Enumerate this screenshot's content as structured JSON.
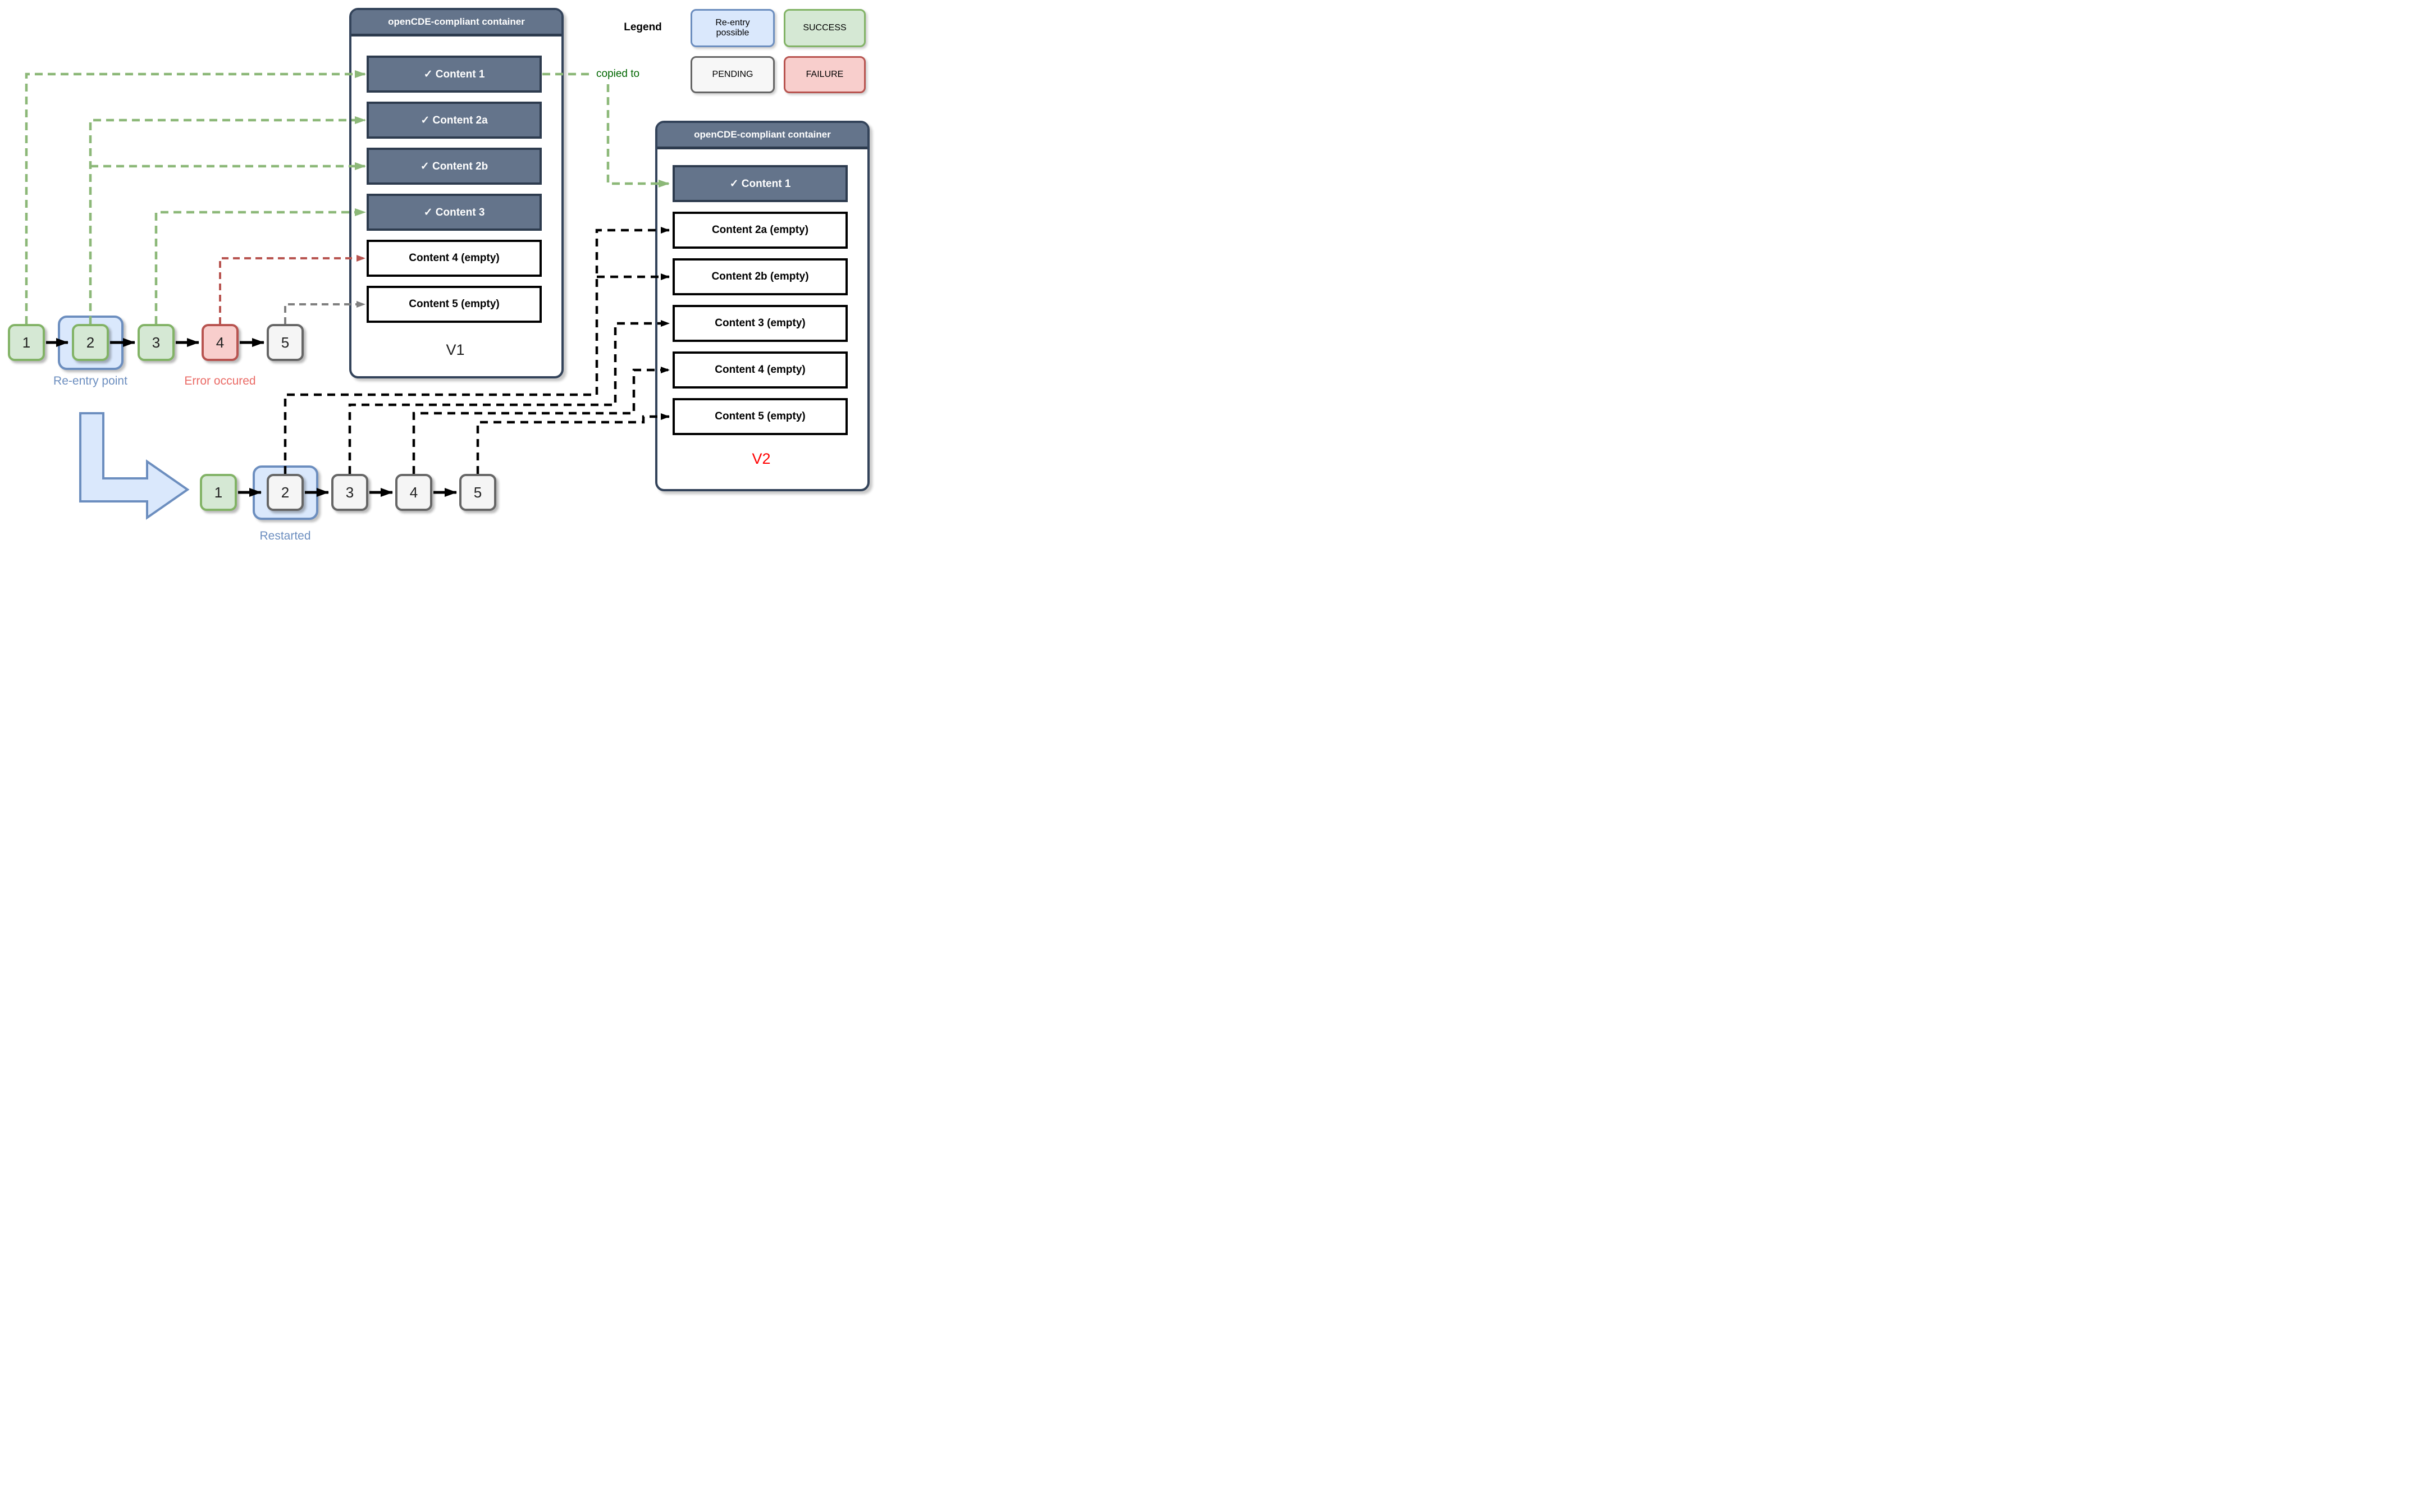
{
  "legend": {
    "title": "Legend",
    "items": [
      {
        "label": "Re-entry possible",
        "type": "re-entry-possible"
      },
      {
        "label": "SUCCESS",
        "type": "success"
      },
      {
        "label": "PENDING",
        "type": "pending"
      },
      {
        "label": "FAILURE",
        "type": "failure"
      }
    ]
  },
  "v1": {
    "title": "openCDE-compliant container",
    "version_label": "V1",
    "contents": [
      {
        "label": "✓ Content 1",
        "status": "success"
      },
      {
        "label": "✓ Content 2a",
        "status": "success"
      },
      {
        "label": "✓ Content 2b",
        "status": "success"
      },
      {
        "label": "✓ Content 3",
        "status": "success"
      },
      {
        "label": "Content 4 (empty)",
        "status": "pending"
      },
      {
        "label": "Content 5 (empty)",
        "status": "pending"
      }
    ]
  },
  "v2": {
    "title": "openCDE-compliant container",
    "version_label": "V2",
    "contents": [
      {
        "label": "✓ Content 1",
        "status": "success"
      },
      {
        "label": "Content 2a (empty)",
        "status": "pending"
      },
      {
        "label": "Content 2b (empty)",
        "status": "pending"
      },
      {
        "label": "Content 3 (empty)",
        "status": "pending"
      },
      {
        "label": "Content 4 (empty)",
        "status": "pending"
      },
      {
        "label": "Content 5 (empty)",
        "status": "pending"
      }
    ]
  },
  "workflow_v1": {
    "steps": [
      {
        "label": "1",
        "status": "success"
      },
      {
        "label": "2",
        "status": "success",
        "annotation": "re-entry point"
      },
      {
        "label": "3",
        "status": "success"
      },
      {
        "label": "4",
        "status": "failure"
      },
      {
        "label": "5",
        "status": "pending"
      }
    ],
    "reentry_label": "Re-entry point",
    "error_label": "Error occured"
  },
  "workflow_v2": {
    "steps": [
      {
        "label": "1",
        "status": "success"
      },
      {
        "label": "2",
        "status": "pending",
        "annotation": "restarted"
      },
      {
        "label": "3",
        "status": "pending"
      },
      {
        "label": "4",
        "status": "pending"
      },
      {
        "label": "5",
        "status": "pending"
      }
    ],
    "restarted_label": "Restarted"
  },
  "annotations": {
    "copied_to": "copied to"
  },
  "connections": [
    {
      "from": "v1-step-1",
      "to": "v1-content-1",
      "style": "green-dashed"
    },
    {
      "from": "v1-step-2",
      "to": "v1-content-2a",
      "style": "green-dashed"
    },
    {
      "from": "v1-step-2",
      "to": "v1-content-2b",
      "style": "green-dashed"
    },
    {
      "from": "v1-step-3",
      "to": "v1-content-3",
      "style": "green-dashed"
    },
    {
      "from": "v1-step-4",
      "to": "v1-content-4",
      "style": "red-dashed"
    },
    {
      "from": "v1-step-5",
      "to": "v1-content-5",
      "style": "gray-dashed"
    },
    {
      "from": "v1-content-1",
      "to": "v2-content-1",
      "style": "green-dashed",
      "label": "copied to"
    },
    {
      "from": "v2-step-2",
      "to": "v2-content-2a",
      "style": "black-dashed"
    },
    {
      "from": "v2-step-2",
      "to": "v2-content-2b",
      "style": "black-dashed"
    },
    {
      "from": "v2-step-3",
      "to": "v2-content-3",
      "style": "black-dashed"
    },
    {
      "from": "v2-step-4",
      "to": "v2-content-4",
      "style": "black-dashed"
    },
    {
      "from": "v2-step-5",
      "to": "v2-content-5",
      "style": "black-dashed"
    },
    {
      "from": "v1-reentry-point",
      "to": "v2-workflow",
      "style": "big-blue-arrow"
    }
  ],
  "colors": {
    "success_fill": "#d5e8d4",
    "success_border": "#82b366",
    "failure_fill": "#f8cecc",
    "failure_border": "#b85450",
    "pending_fill": "#f5f5f5",
    "pending_border": "#666666",
    "reentry_fill": "#dae8fc",
    "reentry_border": "#6c8ebf",
    "container_fill": "#64748b",
    "container_border": "#2d3b4e",
    "green_line": "#8cb878",
    "copied_to_text": "#006600",
    "v1_label_text": "#1f1f1f",
    "v2_label_text": "#ff0000",
    "blue_label_text": "#6c8ebf",
    "error_label_text": "#ea6b66"
  }
}
